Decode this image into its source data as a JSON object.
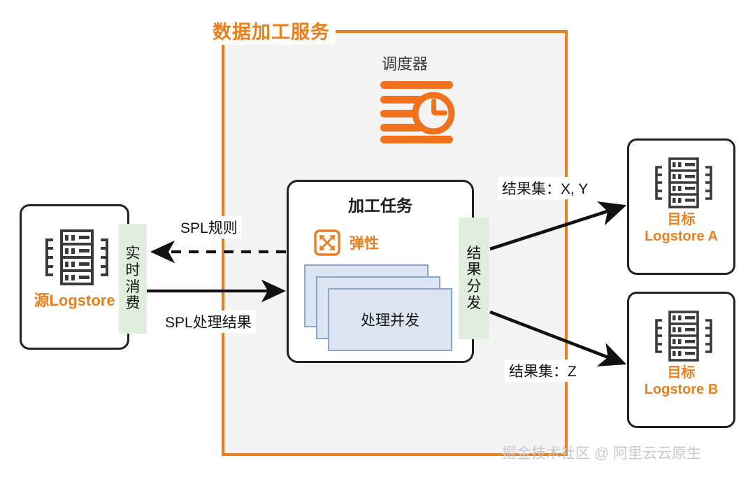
{
  "service": {
    "title": "数据加工服务",
    "border_color": "#e8801f",
    "background_color": "#f4f4f4"
  },
  "scheduler": {
    "label": "调度器",
    "icon": "scheduler-clock-icon",
    "color": "#f2711c"
  },
  "source": {
    "icon": "server-rack-icon",
    "label": "源Logstore",
    "color": "#e8801f"
  },
  "realtime_tab": {
    "chars": [
      "实",
      "时",
      "消",
      "费"
    ],
    "background_color": "#dfeedd"
  },
  "task": {
    "title": "加工任务",
    "elastic": {
      "icon": "expand-arrows-icon",
      "label": "弹性",
      "color": "#e8801f"
    },
    "concurrency": {
      "label": "处理并发",
      "card_count": 3,
      "fill_color": "#dbe5f1",
      "border_color": "#8ca8c9"
    }
  },
  "dispatch_tab": {
    "chars": [
      "结",
      "果",
      "分",
      "发"
    ],
    "background_color": "#dfeedd"
  },
  "edges": {
    "spl_rule": "SPL规则",
    "spl_result": "SPL处理结果",
    "result_set_a": "结果集：X, Y",
    "result_set_b": "结果集：Z"
  },
  "targets": [
    {
      "icon": "server-rack-icon",
      "line1": "目标",
      "line2": "Logstore A",
      "color": "#e8801f"
    },
    {
      "icon": "server-rack-icon",
      "line1": "目标",
      "line2": "Logstore B",
      "color": "#e8801f"
    }
  ],
  "watermark": "掘金技术社区 @ 阿里云云原生"
}
